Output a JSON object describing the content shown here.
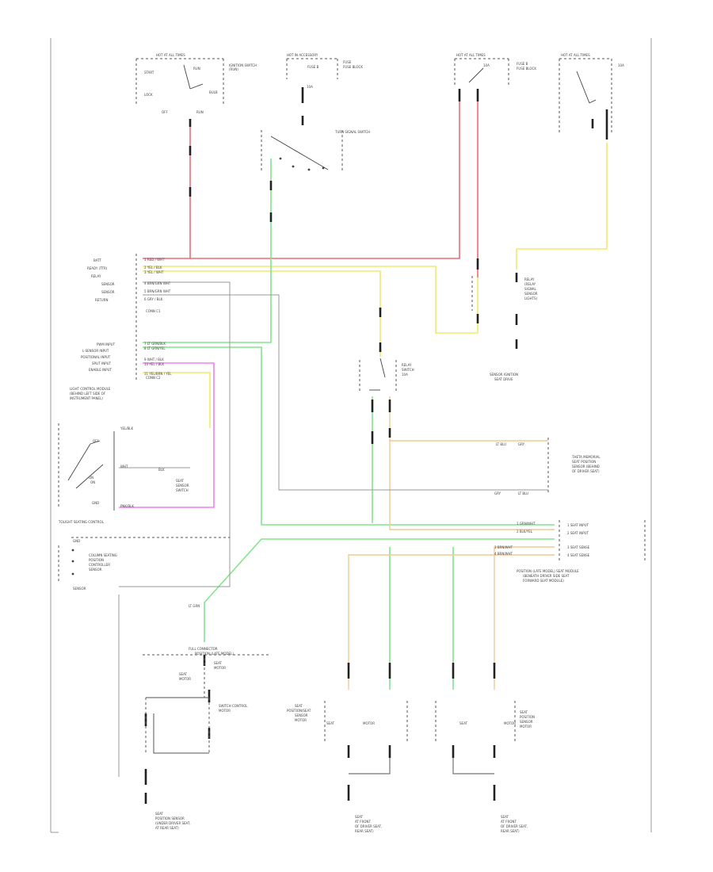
{
  "labels": {
    "fuse_block_1": "HOT AT ALL TIMES",
    "fuse_block_2": "HOT IN ACCESSORY",
    "fuse_block_3": "HOT AT ALL TIMES",
    "fuse_block_4": "HOT AT ALL TIMES",
    "switch_1_desc": "IGNITION SWITCH",
    "switch_1_sub": "(RUN)",
    "switch_3_desc": "FUSE BLOCK",
    "switch_4_desc": "FUSE",
    "sw_start": "START",
    "sw_lock": "LOCK",
    "sw_off": "OFF",
    "sw_run": "RUN",
    "sw_bulb": "BULB",
    "fuse_b": "FUSE B",
    "fuse_10a": "10A",
    "turn_signal_sw": "TURN SIGNAL SWITCH",
    "pin_batt": "BATT",
    "pin_ready": "READY (TTR)",
    "pin_relay": "RELAY",
    "pin_sensor_a": "SENSOR",
    "pin_sensor_b": "SENSOR",
    "pin_return": "RETURN",
    "pin_inputs_a": "PWM INPUT",
    "pin_inputs_b": "L-SENSOR INPUT",
    "pin_inputs_c": "POSITIONAL INPUT",
    "pin_inputs_d": "SPLIT INPUT",
    "pin_inputs_e": "ENABLE INPUT",
    "connector_c1": "CONN C1",
    "connector_c2": "CONN C2",
    "module_name": "LIGHT CONTROL MODULE",
    "module_sub_1": "(BEHIND LEFT SIDE OF",
    "module_sub_2": "INSTRUMENT PANEL)",
    "cable_1": "1 RED / WHT",
    "cable_2": "2 YEL / BLK",
    "cable_3": "3 YEL / WHT",
    "cable_4": "4 BRN/GRN WHT",
    "cable_5": "5 BRN/GRN WHT",
    "cable_6": "6 GRY / BLK",
    "cable_7": "7 LT GRN/BLK",
    "cable_8": "8 LT GRN/YEL",
    "cable_9": "9 WHT / BLK",
    "cable_10": "10 YEL / BLK",
    "cable_11": "11 YEL/BRN / YEL",
    "relay_desc_1": "RELAY",
    "relay_desc_2": "SWITCH",
    "sensor_right_1": "RELAY",
    "sensor_right_2": "(RELAY",
    "sensor_right_3": "SIGNAL",
    "sensor_right_4": "SENSOR",
    "sensor_right_5": "LIGHTS)",
    "sensor_bottom": "SENSOR IGNITION",
    "sensor_bottom_2": "SEAT DRIVE",
    "control_name": "TOLIGHT SEATING CONTROL",
    "ctrl_pin_1": "OFF",
    "ctrl_pin_2": "ON",
    "ctrl_pin_3": "ON",
    "ctrl_pin_4": "GND",
    "ctrl_w1": "YEL/BLK",
    "ctrl_w2": "WHT",
    "ctrl_w3": "BLK",
    "ctrl_w4": "PNK/BLK",
    "ctrl_note_1": "SEAT",
    "ctrl_note_2": "SENSOR",
    "ctrl_note_3": "SWITCH",
    "relay_panel_1": "COLUMN SEATING",
    "relay_panel_2": "POSITION",
    "relay_panel_3": "CONTROLLER",
    "relay_panel_4": "SENSOR",
    "relay_panel_5": "SENSOR",
    "mid_right_1": "THETA MEMORIAL",
    "mid_right_2": "SEAT POSITION",
    "mid_right_3": "SENSOR (BEHIND",
    "mid_right_4": "OF DRIVER SEAT)",
    "mid_w_a": "LT BLU",
    "mid_w_b": "GRY",
    "rc_1": "1 GRN/WHT",
    "rc_2": "2 BLK/YEL",
    "rc_3": "3 BRN/WHT",
    "rc_4": "4 BRN/WHT",
    "rc_pin_1": "1 SEAT INPUT",
    "rc_pin_2": "2 SEAT INPUT",
    "rc_pin_3": "3 SEAT SENSE",
    "rc_pin_4": "4 SEAT SENSE",
    "rc_module_1": "POSITION (LATE MODEL) SEAT MODULE",
    "rc_module_2": "(BENEATH DRIVER SIDE SEAT",
    "rc_module_3": "FORWARD SEAT MODULE)",
    "wire_grn": "LT GRN",
    "mot_1": "FULL CONNECTOR",
    "mot_2": "POSITION (LATE MODEL)",
    "mot_3": "SEAT",
    "mot_4": "MOTOR",
    "mot_5": "SEAT POSITION",
    "mot_6": "SENSOR",
    "mot_7": "SWITCH CONTROL",
    "mot_8": "MOTOR",
    "bot_l_1": "SEAT",
    "bot_l_2": "POSITION SENSOR",
    "bot_l_3": "(UNDER DRIVER SEAT,",
    "bot_l_4": "AT REAR SEAT)",
    "bot_m_1": "SEAT",
    "bot_m_2": "AT FRONT",
    "bot_m_3": "OF DRIVER SEAT,",
    "bot_m_4": "REAR SEAT)",
    "bot_r_1": "SEAT",
    "bot_r_2": "AT FRONT",
    "bot_r_3": "OF DRIVER SEAT,",
    "bot_r_4": "REAR SEAT)",
    "mid_mot_1": "SEAT",
    "mid_mot_2": "POSITION/SEAT",
    "mid_mot_3": "SENSOR",
    "mid_mot_4": "MOTOR",
    "mid_mot_5": "SEAT",
    "mid_mot_6": "MOTOR",
    "rt_mot_1": "SEAT",
    "rt_mot_2": "POSITION",
    "rt_mot_3": "SENSOR",
    "rt_mot_4": "MOTOR",
    "rt_mot_5": "SEAT",
    "rt_mot_6": "MOTOR",
    "gnd": "GND"
  }
}
